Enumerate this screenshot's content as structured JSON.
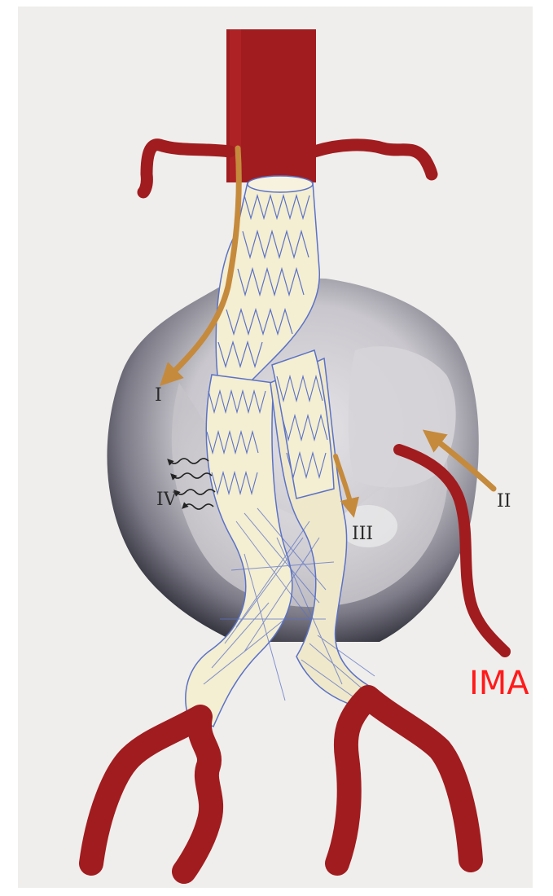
{
  "labels": {
    "type_i": "I",
    "type_ii": "II",
    "type_iii": "III",
    "type_iv": "IV",
    "ima": "IMA"
  },
  "colors": {
    "artery": "#a11c1f",
    "graft_fabric": "#f4eed2",
    "stent_wire": "#5b72c6",
    "leak_arrow": "#c58a3c",
    "ima_label": "#ff1a1a",
    "sac_dark": "#3c3c4a",
    "sac_light": "#d9d7db",
    "paper": "#efeeec"
  }
}
